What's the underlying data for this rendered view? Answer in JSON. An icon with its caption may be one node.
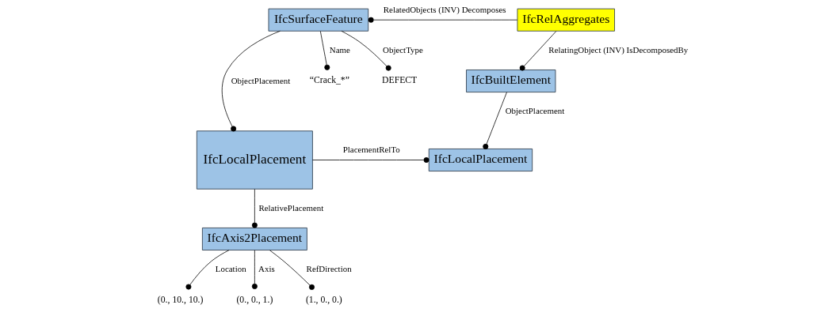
{
  "diagram": {
    "nodes": [
      {
        "text": [
          "IfcSurfaceFeature"
        ]
      },
      {
        "text": [
          "IfcRelAggregates"
        ]
      },
      {
        "text": [
          "IfcBuiltElement"
        ]
      },
      {
        "text": [
          "IfcLocalPlacement"
        ]
      },
      {
        "text": [
          "IfcLocalPlacement"
        ]
      },
      {
        "text": [
          "IfcAxis2Placement"
        ]
      },
      {
        "text": [
          "“Crack_*”"
        ]
      },
      {
        "text": [
          "DEFECT"
        ]
      },
      {
        "text": [
          "(0., 10., 10.)"
        ]
      },
      {
        "text": [
          "(0., 0., 1.)"
        ]
      },
      {
        "text": [
          "(1., 0., 0.)"
        ]
      }
    ],
    "edges": [
      {
        "from": 1,
        "to": 0,
        "arrow": "other",
        "label": "RelatedObjects (INV) Decomposes"
      },
      {
        "from": 0,
        "to": 6,
        "arrow": "other",
        "label": "Name"
      },
      {
        "from": 0,
        "to": 7,
        "arrow": "other",
        "label": "ObjectType"
      },
      {
        "from": 0,
        "to": 3,
        "arrow": "other",
        "label": "ObjectPlacement"
      },
      {
        "from": 1,
        "to": 2,
        "arrow": "other",
        "label": "RelatingObject (INV) IsDecomposedBy"
      },
      {
        "from": 2,
        "to": 4,
        "arrow": "other",
        "label": "ObjectPlacement"
      },
      {
        "from": 3,
        "to": 4,
        "arrow": "other",
        "label": "PlacementRelTo"
      },
      {
        "from": 3,
        "to": 5,
        "arrow": "other",
        "label": "RelativePlacement"
      },
      {
        "from": 5,
        "to": 8,
        "arrow": "other",
        "label": "Location"
      },
      {
        "from": 5,
        "to": 9,
        "arrow": "other",
        "label": "Axis"
      },
      {
        "from": 5,
        "to": 10,
        "arrow": "other",
        "label": "RefDirection"
      }
    ]
  }
}
